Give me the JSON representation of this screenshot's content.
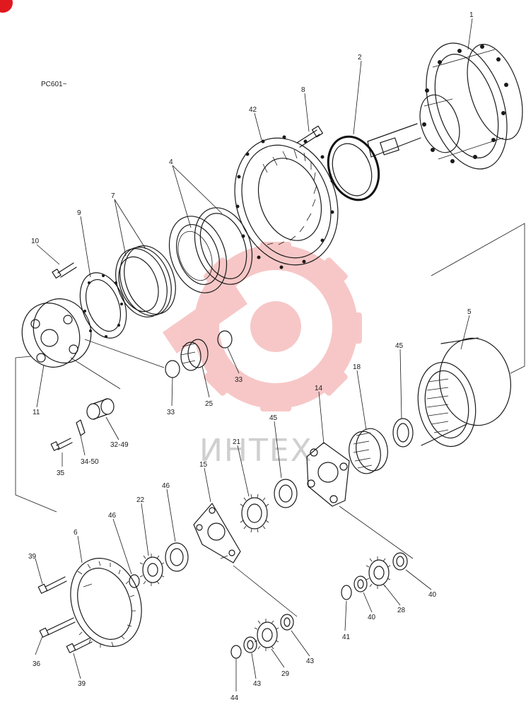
{
  "model_code": "PC601~",
  "watermark": {
    "text": "ИНТЕХ",
    "gear_color": "#f5b5b5",
    "text_color": "#cfcfcf"
  },
  "corner_badge": {
    "color": "#e0191e"
  },
  "callouts": [
    {
      "id": "c1",
      "label": "1"
    },
    {
      "id": "c2",
      "label": "2"
    },
    {
      "id": "c8",
      "label": "8"
    },
    {
      "id": "c42",
      "label": "42"
    },
    {
      "id": "c4",
      "label": "4"
    },
    {
      "id": "c7",
      "label": "7"
    },
    {
      "id": "c9",
      "label": "9"
    },
    {
      "id": "c10",
      "label": "10"
    },
    {
      "id": "c11",
      "label": "11"
    },
    {
      "id": "c5",
      "label": "5"
    },
    {
      "id": "c45a",
      "label": "45"
    },
    {
      "id": "c18",
      "label": "18"
    },
    {
      "id": "c14",
      "label": "14"
    },
    {
      "id": "c45b",
      "label": "45"
    },
    {
      "id": "c21",
      "label": "21"
    },
    {
      "id": "c33a",
      "label": "33"
    },
    {
      "id": "c33b",
      "label": "33"
    },
    {
      "id": "c25",
      "label": "25"
    },
    {
      "id": "c32",
      "label": "32-49"
    },
    {
      "id": "c35",
      "label": "35"
    },
    {
      "id": "c34",
      "label": "34-50"
    },
    {
      "id": "c15",
      "label": "15"
    },
    {
      "id": "c22",
      "label": "22"
    },
    {
      "id": "c46a",
      "label": "46"
    },
    {
      "id": "c46b",
      "label": "46"
    },
    {
      "id": "c6",
      "label": "6"
    },
    {
      "id": "c39a",
      "label": "39"
    },
    {
      "id": "c36",
      "label": "36"
    },
    {
      "id": "c39b",
      "label": "39"
    },
    {
      "id": "c44",
      "label": "44"
    },
    {
      "id": "c43a",
      "label": "43"
    },
    {
      "id": "c29",
      "label": "29"
    },
    {
      "id": "c43b",
      "label": "43"
    },
    {
      "id": "c41",
      "label": "41"
    },
    {
      "id": "c40a",
      "label": "40"
    },
    {
      "id": "c28",
      "label": "28"
    },
    {
      "id": "c40b",
      "label": "40"
    }
  ]
}
